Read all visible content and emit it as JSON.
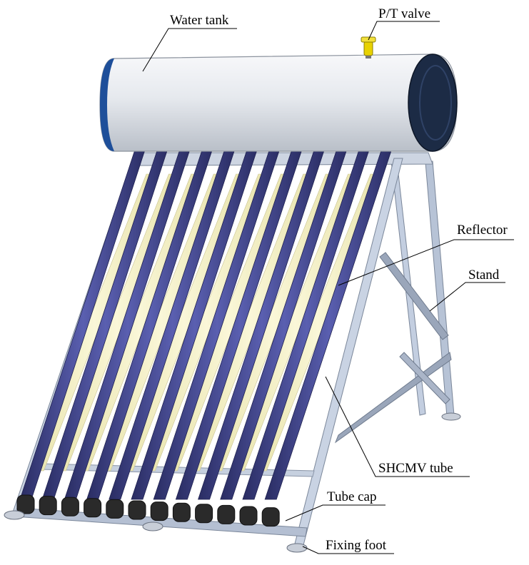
{
  "diagram": {
    "labels": {
      "water_tank": "Water tank",
      "pt_valve": "P/T valve",
      "reflector": "Reflector",
      "stand": "Stand",
      "shcmv_tube": "SHCMV tube",
      "tube_cap": "Tube cap",
      "fixing_foot": "Fixing foot"
    },
    "tube_count": 12,
    "colors": {
      "tank_body": "#e9ecef",
      "tank_end": "#1c2b45",
      "tube": "#3b3f86",
      "reflector": "#f3efbf",
      "frame": "#aab8cf",
      "cap": "#2a2a2a",
      "valve": "#e8d200"
    }
  }
}
